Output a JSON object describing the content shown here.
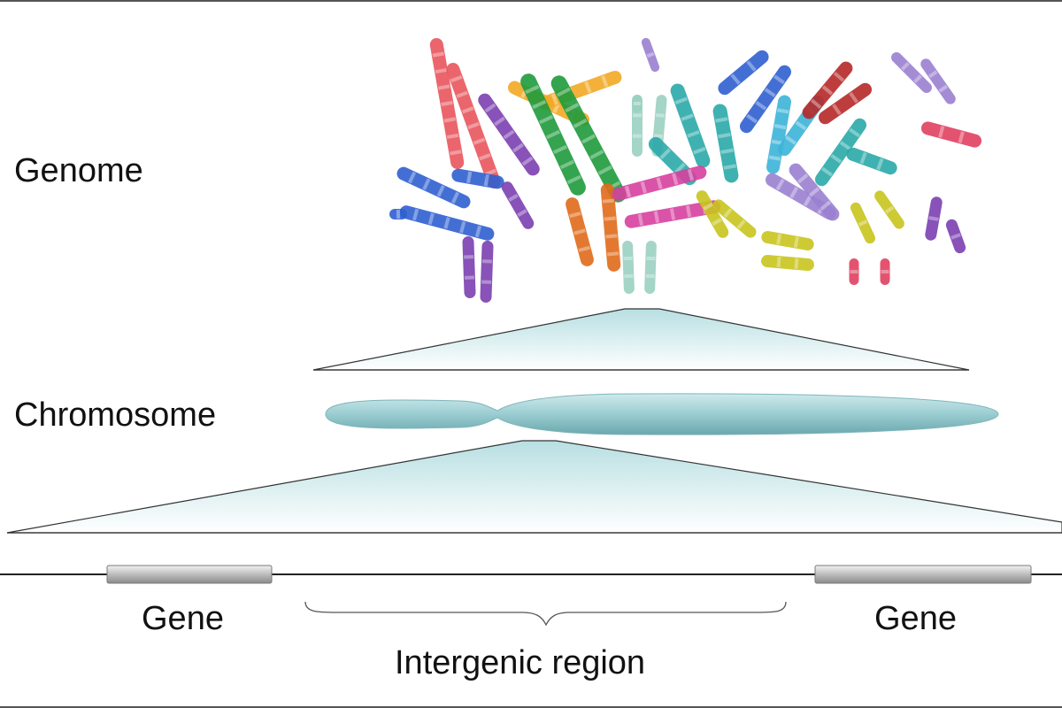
{
  "labels": {
    "genome": "Genome",
    "chromosome": "Chromosome",
    "gene_left": "Gene",
    "gene_right": "Gene",
    "intergenic": "Intergenic region"
  },
  "colors": {
    "chromosome_body": "#9fd0d4",
    "chromosome_edge": "#6aa8ae",
    "zoom_fill": "#d8eef0",
    "gene_bar": "#c8c8c8",
    "line": "#222222"
  },
  "genome": {
    "chromosome_colors": [
      "#e8555c",
      "#2f5fd0",
      "#7b3fb0",
      "#f2a825",
      "#1e9a3c",
      "#2aa8a8",
      "#e06a1a",
      "#d6409f",
      "#9ad0c0",
      "#b62828",
      "#c8c41e",
      "#9a7fd0",
      "#3cb4d8",
      "#e04060",
      "#5a7ad8"
    ]
  }
}
